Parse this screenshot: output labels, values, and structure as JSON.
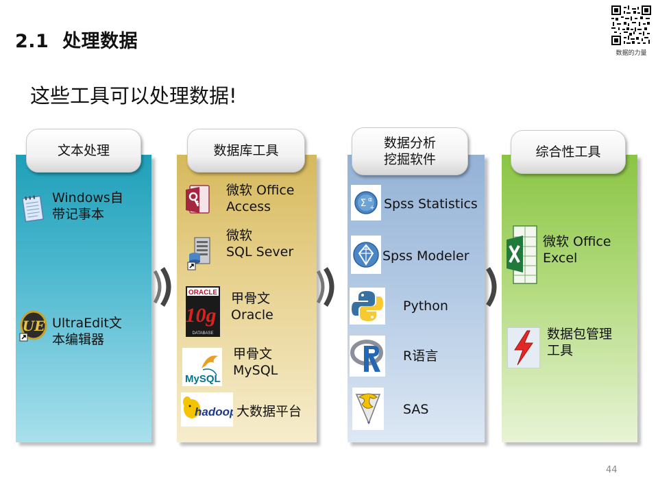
{
  "header": {
    "section_number": "2.1",
    "title": "处理数据",
    "subtitle": "这些工具可以处理数据!"
  },
  "qr": {
    "caption": "数据的力量"
  },
  "columns": [
    {
      "header": "文本处理",
      "items": [
        {
          "icon": "notepad-icon",
          "label": "Windows自\n带记事本"
        },
        {
          "icon": "ultraedit-icon",
          "label": "UltraEdit文\n本编辑器"
        }
      ]
    },
    {
      "header": "数据库工具",
      "items": [
        {
          "icon": "access-icon",
          "label": "微软 Office\nAccess"
        },
        {
          "icon": "sql-server-icon",
          "label": "微软\nSQL Sever"
        },
        {
          "icon": "oracle-icon",
          "label": "甲骨文\nOracle",
          "logo_text": [
            "ORACLE",
            "10g",
            "DATABASE"
          ]
        },
        {
          "icon": "mysql-icon",
          "label": "甲骨文\nMySQL",
          "logo_text": "MySQL"
        },
        {
          "icon": "hadoop-icon",
          "label": "大数据平台",
          "logo_text": "hadoop"
        }
      ]
    },
    {
      "header": "数据分析\n挖掘软件",
      "items": [
        {
          "icon": "spss-statistics-icon",
          "label": "Spss Statistics"
        },
        {
          "icon": "spss-modeler-icon",
          "label": "Spss  Modeler"
        },
        {
          "icon": "python-icon",
          "label": "Python"
        },
        {
          "icon": "r-language-icon",
          "label": "R语言"
        },
        {
          "icon": "sas-icon",
          "label": "SAS"
        }
      ]
    },
    {
      "header": "综合性工具",
      "items": [
        {
          "icon": "excel-icon",
          "label": "微软 Office\nExcel"
        },
        {
          "icon": "package-manager-icon",
          "label": "数据包管理\n工具"
        }
      ]
    }
  ],
  "colors": {
    "text_processing": "#1fa0b8",
    "database_tools": "#d6b95c",
    "analysis_software": "#94b2d6",
    "integrated_tools": "#8ac544",
    "chevron": "#555555"
  },
  "page_number": "44"
}
